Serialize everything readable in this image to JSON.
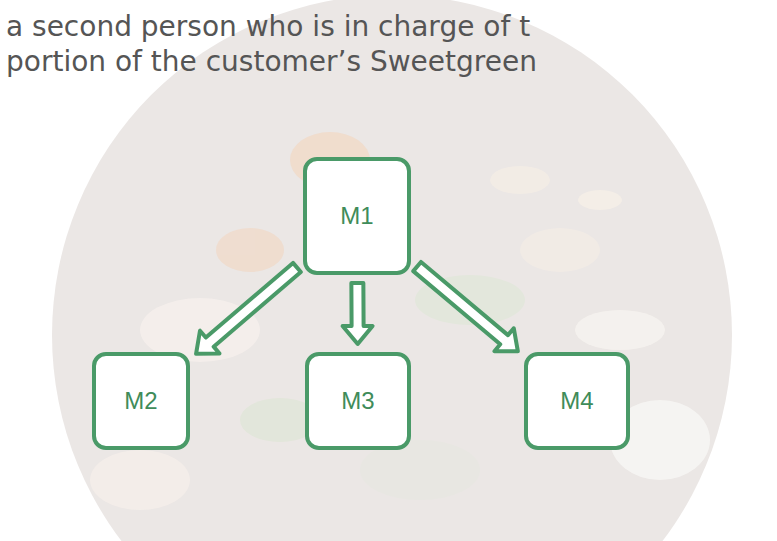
{
  "diagram": {
    "nodes": [
      {
        "text": [
          "M1"
        ]
      },
      {
        "text": [
          "M2"
        ]
      },
      {
        "text": [
          "M3"
        ]
      },
      {
        "text": [
          "M4"
        ]
      }
    ],
    "edges": [
      {
        "from": 0,
        "to": 1,
        "arrow": "to"
      },
      {
        "from": 0,
        "to": 2,
        "arrow": "to"
      },
      {
        "from": 0,
        "to": 3,
        "arrow": "to"
      }
    ],
    "labels": [
      "a second person who is in charge of t",
      "portion of the customer’s Sweetgreen"
    ]
  }
}
